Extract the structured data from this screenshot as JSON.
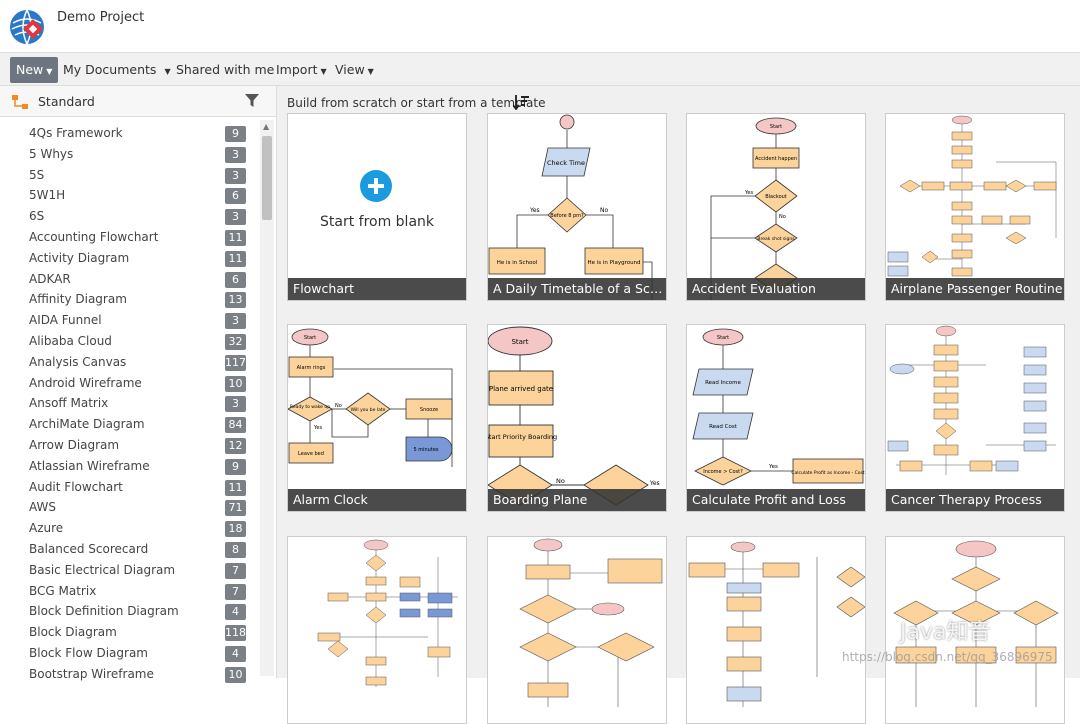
{
  "app": {
    "project_name": "Demo Project"
  },
  "menu": {
    "new": "New",
    "my_documents": "My Documents",
    "shared": "Shared with me",
    "import": "Import",
    "view": "View"
  },
  "sidebar": {
    "title": "Standard",
    "categories": [
      {
        "label": "4Qs Framework",
        "count": "9"
      },
      {
        "label": "5 Whys",
        "count": "3"
      },
      {
        "label": "5S",
        "count": "3"
      },
      {
        "label": "5W1H",
        "count": "6"
      },
      {
        "label": "6S",
        "count": "3"
      },
      {
        "label": "Accounting Flowchart",
        "count": "11"
      },
      {
        "label": "Activity Diagram",
        "count": "11"
      },
      {
        "label": "ADKAR",
        "count": "6"
      },
      {
        "label": "Affinity Diagram",
        "count": "13"
      },
      {
        "label": "AIDA Funnel",
        "count": "3"
      },
      {
        "label": "Alibaba Cloud",
        "count": "32"
      },
      {
        "label": "Analysis Canvas",
        "count": "117"
      },
      {
        "label": "Android Wireframe",
        "count": "10"
      },
      {
        "label": "Ansoff Matrix",
        "count": "3"
      },
      {
        "label": "ArchiMate Diagram",
        "count": "84"
      },
      {
        "label": "Arrow Diagram",
        "count": "12"
      },
      {
        "label": "Atlassian Wireframe",
        "count": "9"
      },
      {
        "label": "Audit Flowchart",
        "count": "11"
      },
      {
        "label": "AWS",
        "count": "71"
      },
      {
        "label": "Azure",
        "count": "18"
      },
      {
        "label": "Balanced Scorecard",
        "count": "8"
      },
      {
        "label": "Basic Electrical Diagram",
        "count": "7"
      },
      {
        "label": "BCG Matrix",
        "count": "7"
      },
      {
        "label": "Block Definition Diagram",
        "count": "4"
      },
      {
        "label": "Block Diagram",
        "count": "118"
      },
      {
        "label": "Block Flow Diagram",
        "count": "4"
      },
      {
        "label": "Bootstrap Wireframe",
        "count": "10"
      }
    ]
  },
  "main": {
    "hint": "Build from scratch or start from a template",
    "blank_label": "Start from blank",
    "templates": [
      "Flowchart",
      "A Daily Timetable of a School ...",
      "Accident Evaluation",
      "Airplane Passenger Routine",
      "Alarm Clock",
      "Boarding Plane",
      "Calculate Profit and Loss",
      "Cancer Therapy Process",
      "",
      "",
      "",
      ""
    ]
  },
  "thumbnails": {
    "school": [
      "Check Time",
      "Before 8 pm?",
      "Yes",
      "No",
      "He is in School",
      "He is in Playground"
    ],
    "accident": [
      "Start",
      "Accident happen",
      "Blackout",
      "Yes",
      "No",
      "Break shot signs"
    ],
    "alarm": [
      "Start",
      "Alarm rings",
      "Ready to wake up",
      "No",
      "Will you be late",
      "Yes",
      "Snooze",
      "Leave bed",
      "5 minutes"
    ],
    "boarding": [
      "Start",
      "Plane arrived gate",
      "Start Priority Boarding",
      "No",
      "Yes"
    ],
    "profit": [
      "Start",
      "Read Income",
      "Read Cost",
      "Income > Cost?",
      "Yes",
      "Calculate Profit as Income - Cost"
    ]
  },
  "watermark": {
    "text": "Java知音",
    "url": "https://blog.csdn.net/qq_36896975"
  },
  "colors": {
    "node_orange": "#fcd39b",
    "node_pink": "#f5c6c6",
    "node_blue": "#c9d9f0",
    "accent_blue": "#1a9be0"
  }
}
